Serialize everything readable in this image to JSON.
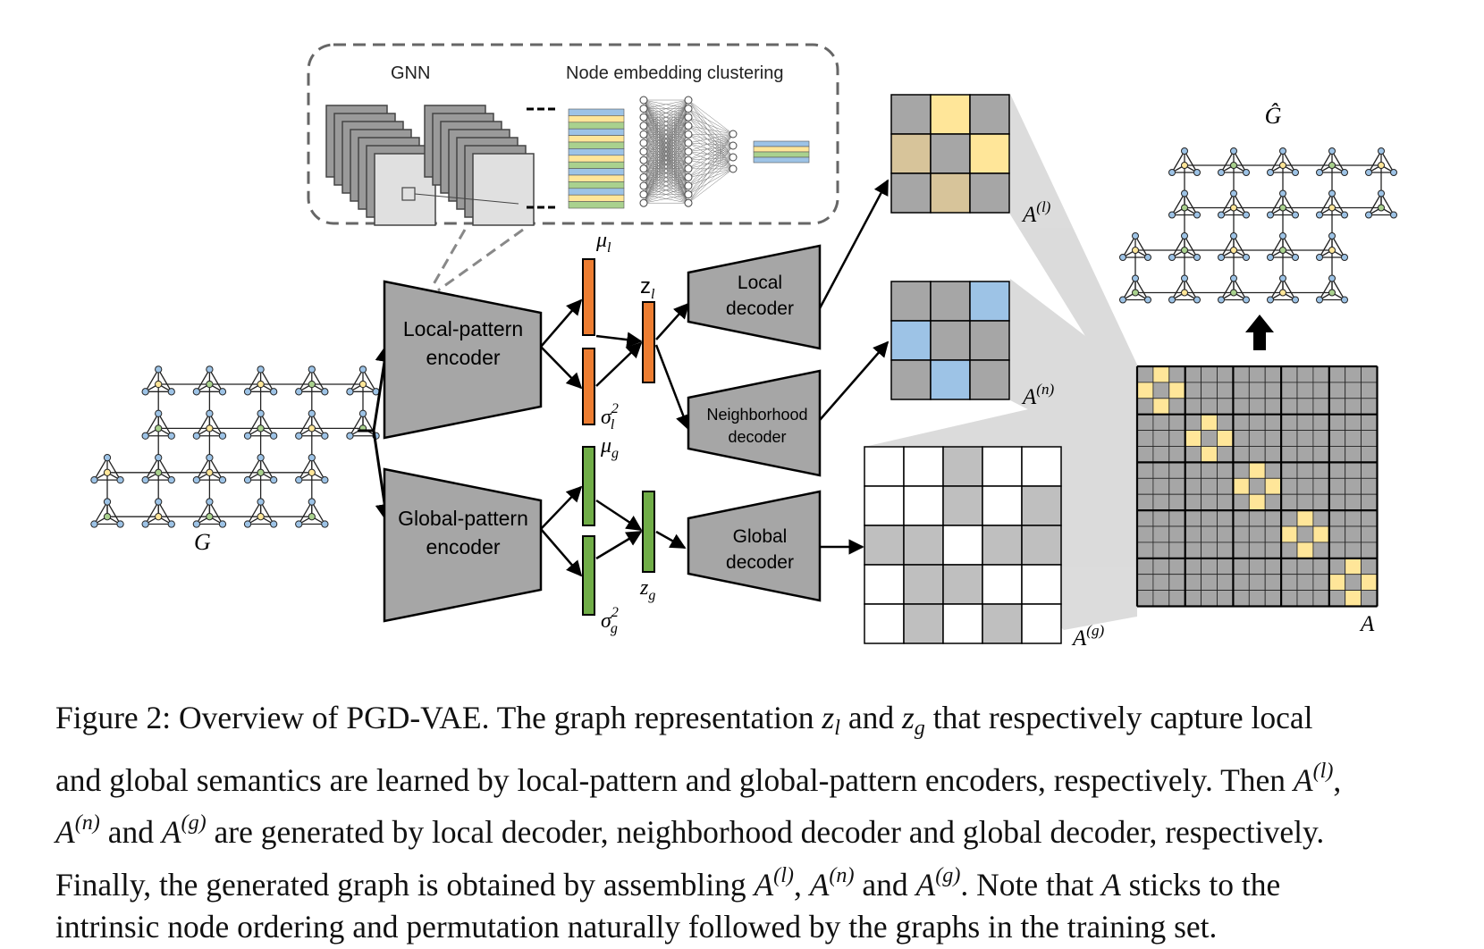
{
  "figure": {
    "inset": {
      "gnn_label": "GNN",
      "cluster_label": "Node embedding clustering"
    },
    "graph_input_label": "G",
    "graph_output_label": "Ĝ",
    "encoders": {
      "local": [
        "Local-pattern",
        "encoder"
      ],
      "global": [
        "Global-pattern",
        "encoder"
      ]
    },
    "latents": {
      "mu_l": "μ",
      "mu_l_sub": "l",
      "sigma_l": "σ",
      "sigma_l_sub": "l",
      "sigma_l_sup": "2",
      "z_l": "z",
      "z_l_sub": "l",
      "mu_g": "μ",
      "mu_g_sub": "g",
      "sigma_g": "σ",
      "sigma_g_sub": "g",
      "sigma_g_sup": "2",
      "z_g": "z",
      "z_g_sub": "g"
    },
    "decoders": {
      "local": [
        "Local",
        "decoder"
      ],
      "neighborhood": [
        "Neighborhood",
        "decoder"
      ],
      "global": [
        "Global",
        "decoder"
      ]
    },
    "matrices": {
      "A_l": "A",
      "A_l_sup": "(l)",
      "A_n": "A",
      "A_n_sup": "(n)",
      "A_g": "A",
      "A_g_sup": "(g)",
      "A": "A"
    },
    "colors": {
      "orange": "#ed7d31",
      "green": "#70ad47",
      "gray": "#a6a6a6",
      "yellow": "#ffe699",
      "blue": "#9dc3e6"
    }
  },
  "caption": {
    "l1a": "Figure 2: Overview of PGD-VAE. The graph representation ",
    "z": "z",
    "sub_l": "l",
    "and1": " and ",
    "sub_g": "g",
    "l1b": " that respectively capture local",
    "l2a": "and global semantics are learned by local-pattern and global-pattern encoders, respectively. Then ",
    "A": "A",
    "sup_l": "(l)",
    "sup_n": "(n)",
    "sup_g": "(g)",
    "comma": ",",
    "l3a": " and ",
    "l3b": " are generated by local decoder, neighborhood decoder and global decoder, respectively.",
    "l4a": "Finally, the generated graph is obtained by assembling ",
    "l4b": ", ",
    "l4c": " and ",
    "l4d": ". Note that ",
    "l4e": " sticks to the",
    "l5": "intrinsic node ordering and permutation naturally followed by the graphs in the training set."
  }
}
